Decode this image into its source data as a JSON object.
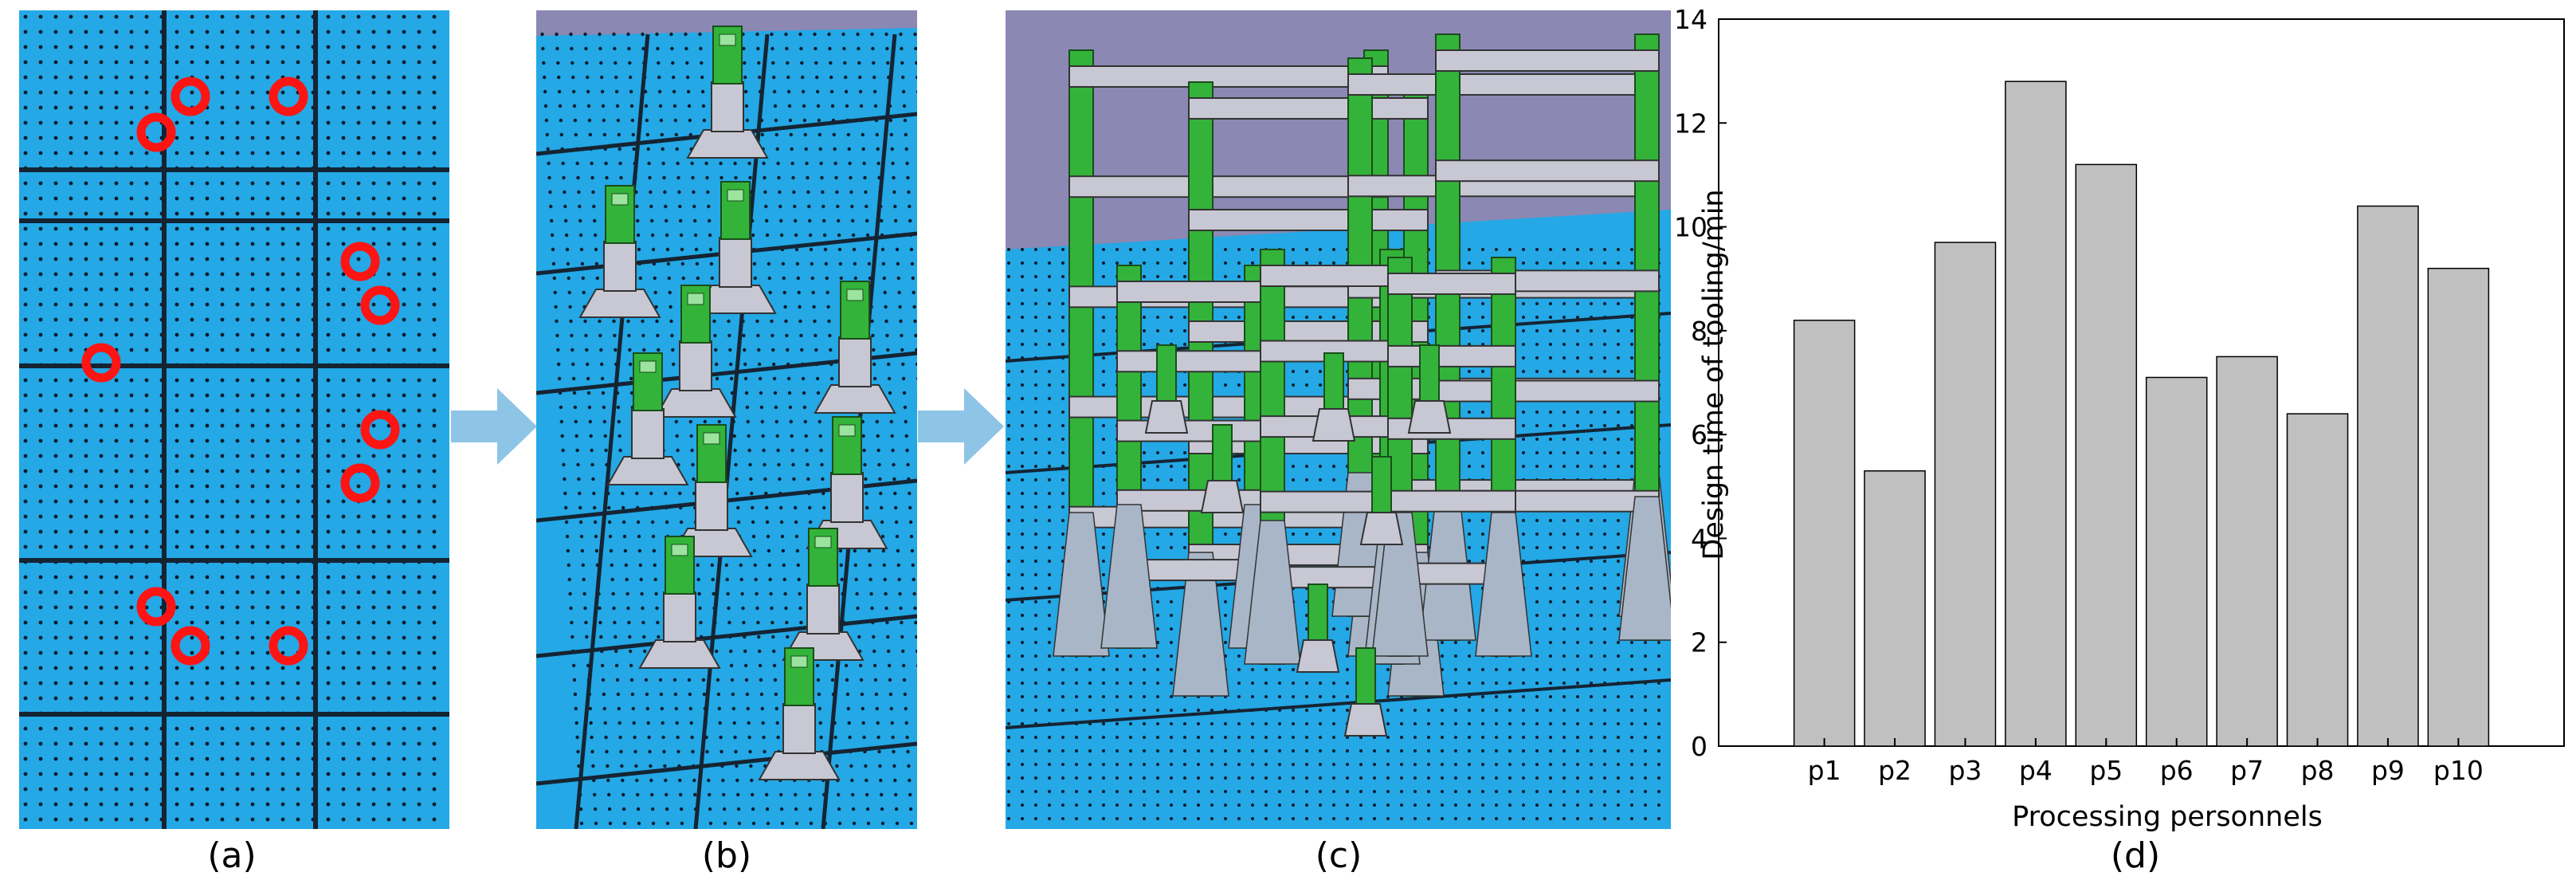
{
  "captions": {
    "a": "(a)",
    "b": "(b)",
    "c": "(c)",
    "d": "(d)"
  },
  "colors": {
    "table_blue": "#24a8e6",
    "grid_line": "#152433",
    "hole_dot": "#0b1d2c",
    "marker_red": "#ff1414",
    "arrow": "#8ec4e6",
    "sky": "#8b88b4",
    "fixture_green": "#33b33a",
    "fixture_gray": "#c8c8d4",
    "bar_fill": "#c0c0c0"
  },
  "chart_data": {
    "type": "bar",
    "categories": [
      "p1",
      "p2",
      "p3",
      "p4",
      "p5",
      "p6",
      "p7",
      "p8",
      "p9",
      "p10"
    ],
    "values": [
      8.2,
      5.3,
      9.7,
      12.8,
      11.2,
      7.1,
      7.5,
      6.4,
      10.4,
      9.2
    ],
    "xlabel": "Processing personnels",
    "ylabel": "Design time of tooling/min",
    "ylim": [
      0,
      14
    ],
    "yticks": [
      0,
      2,
      4,
      6,
      8,
      10,
      12,
      14
    ],
    "grid": false,
    "bar_color": "#c0c0c0"
  }
}
